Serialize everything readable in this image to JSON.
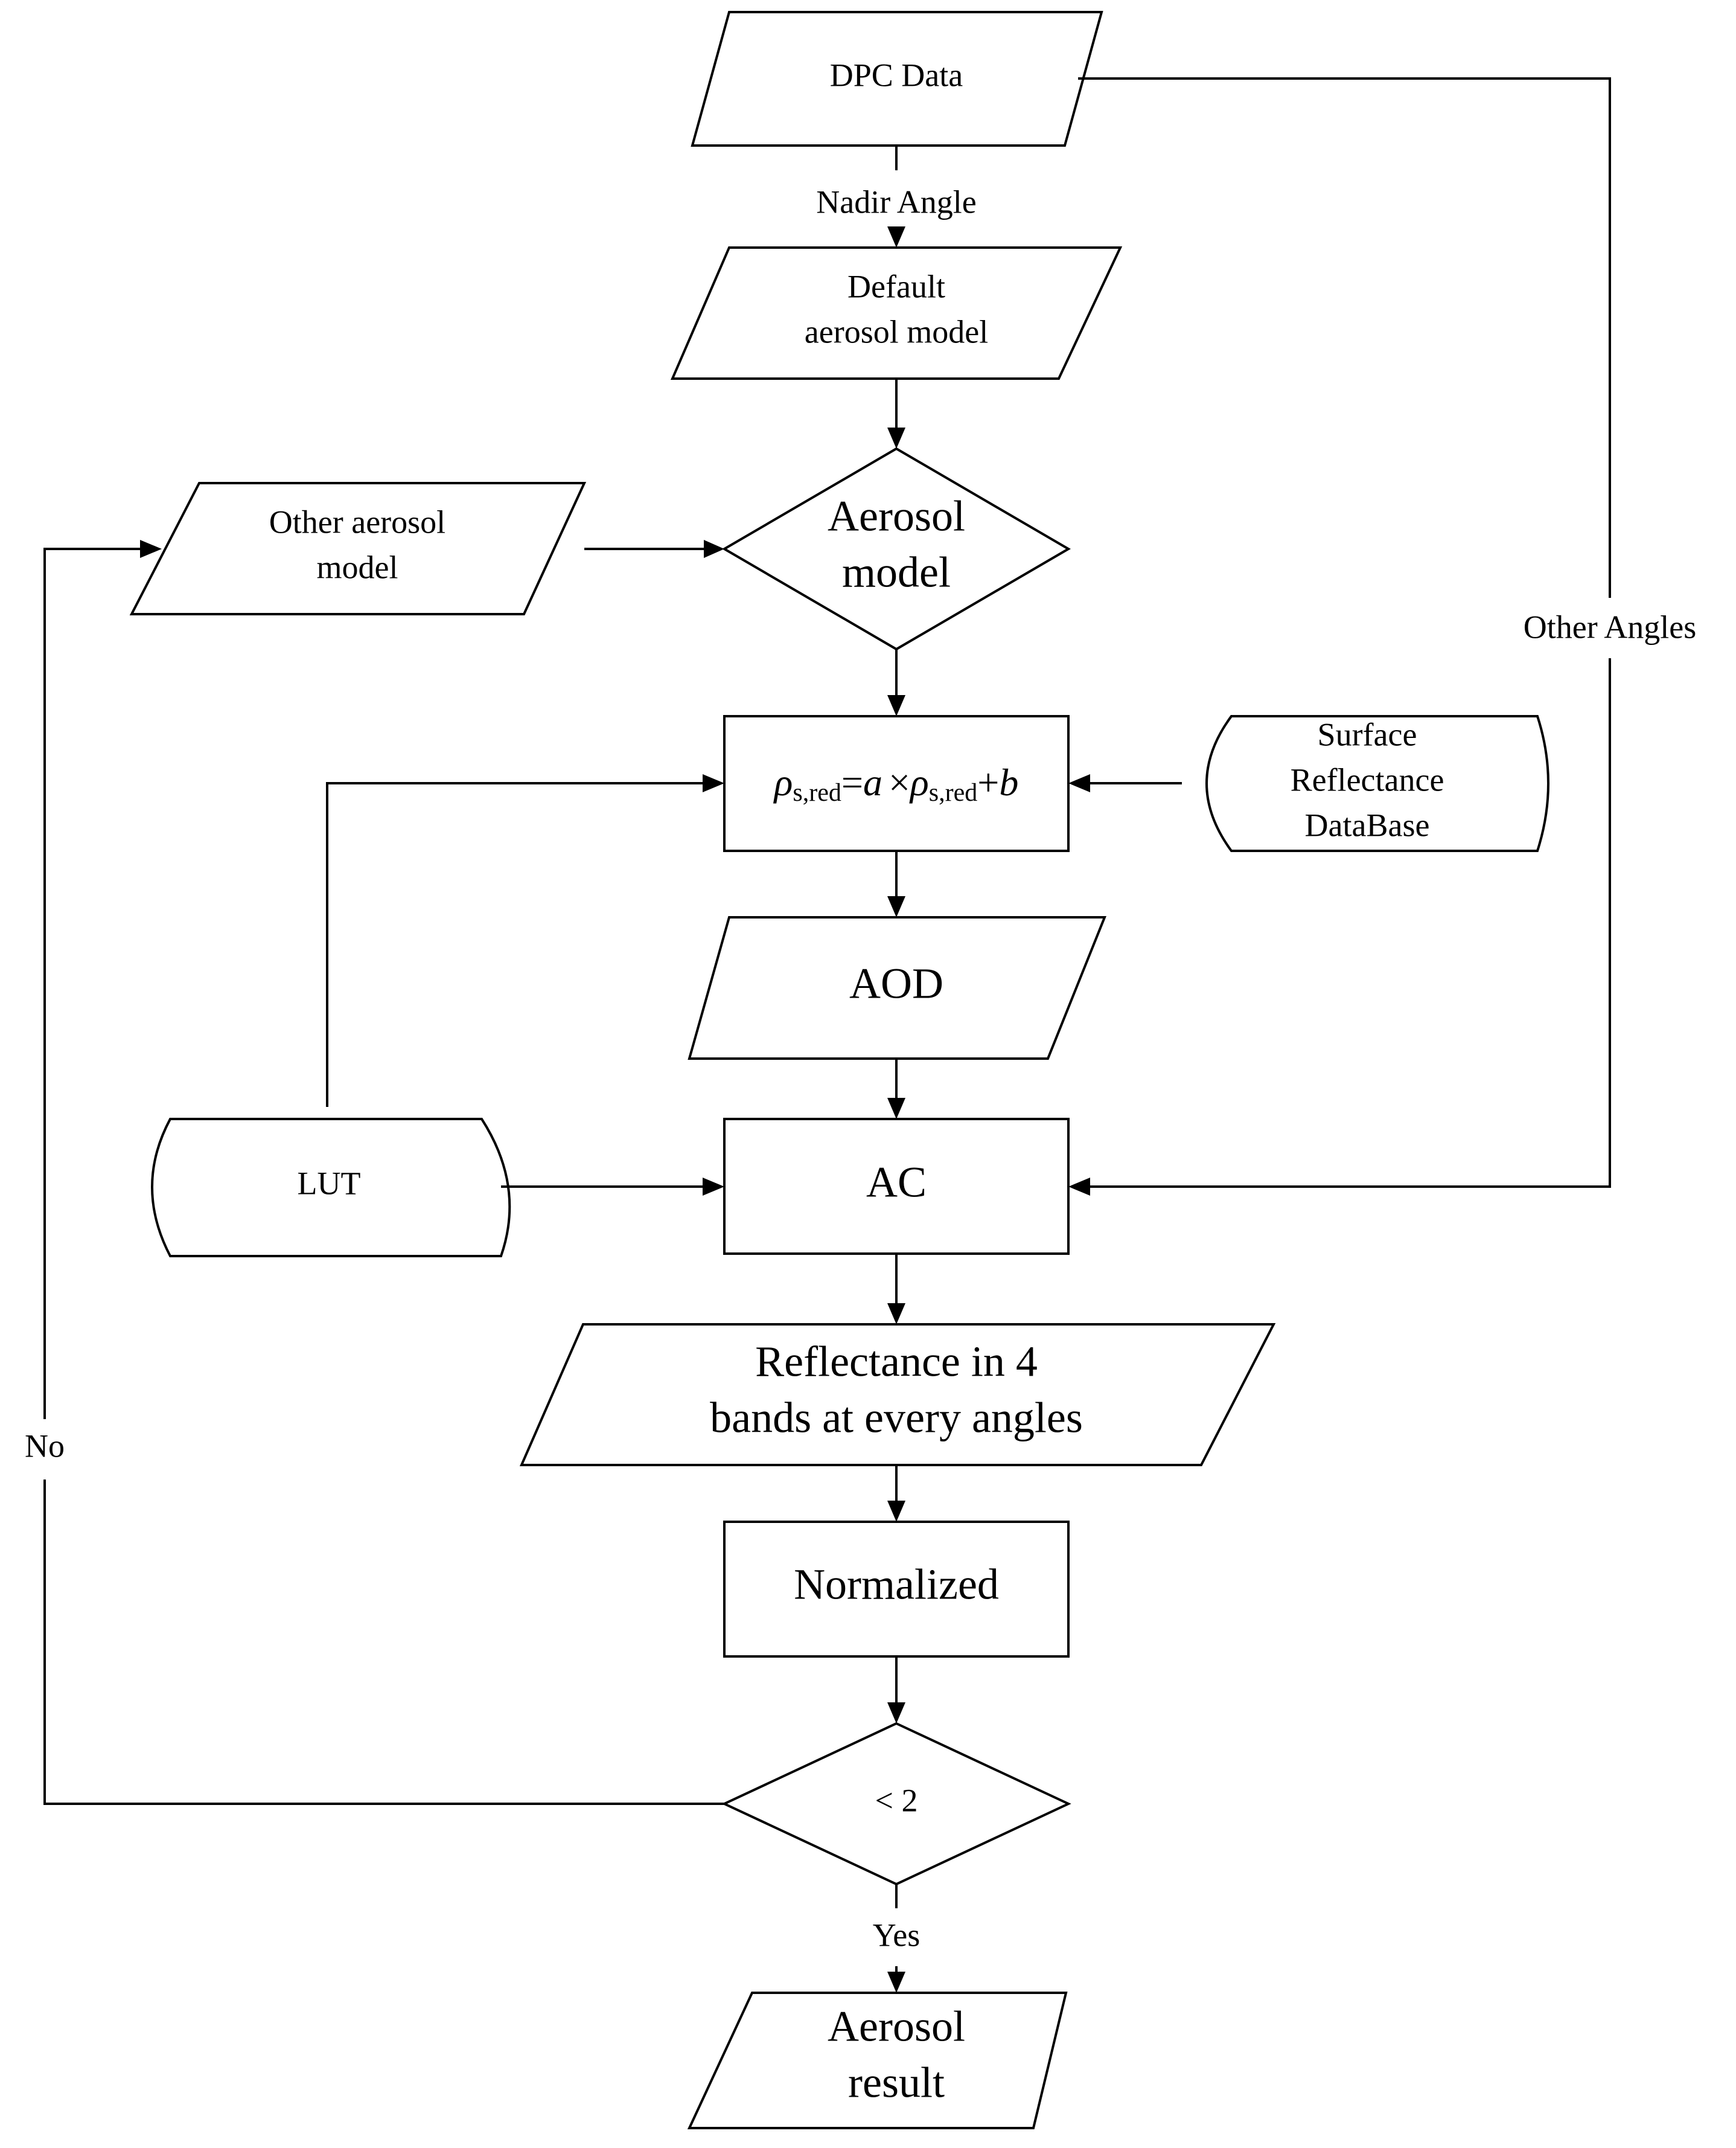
{
  "nodes": {
    "dpc_data": "DPC Data",
    "default_model": [
      "Default",
      "aerosol model"
    ],
    "aerosol_model": [
      "Aerosol",
      "model"
    ],
    "other_model": [
      "Other aerosol",
      "model"
    ],
    "formula": {
      "rho": "ρ",
      "sub": "s,red",
      "eq": "=",
      "a": "a",
      "times": "×",
      "plus": "+",
      "b": "b"
    },
    "surface_db": [
      "Surface",
      "Reflectance",
      "DataBase"
    ],
    "aod": "AOD",
    "lut": "LUT",
    "ac": "AC",
    "reflectance": [
      "Reflectance in 4",
      "bands at every angles"
    ],
    "normalized": "Normalized",
    "decision": "< 2",
    "aerosol_result": [
      "Aerosol",
      "result"
    ]
  },
  "edge_labels": {
    "nadir_angle": "Nadir Angle",
    "other_angles": "Other Angles",
    "no": "No",
    "yes": "Yes"
  }
}
